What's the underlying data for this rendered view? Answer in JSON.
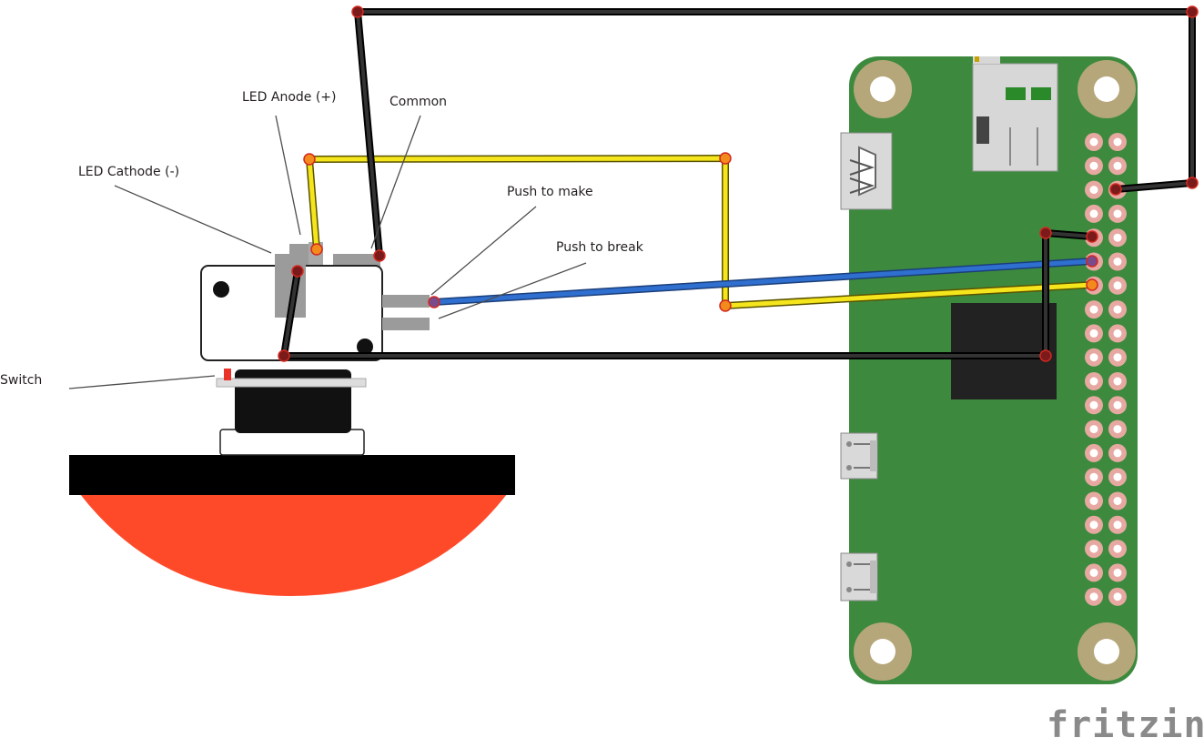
{
  "labels": {
    "led_anode": "LED Anode (+)",
    "common": "Common",
    "led_cathode": "LED Cathode (-)",
    "push_to_make": "Push to make",
    "push_to_break": "Push to break",
    "switch": "Switch"
  },
  "brand": "fritzing",
  "colors": {
    "board_green": "#3d8a3e",
    "button_red": "#ff4a2a",
    "wire_yellow": "#f5e51c",
    "wire_blue": "#2f6fcf",
    "wire_black": "#1a1a1a",
    "header_pin": "#e7a8a2"
  }
}
